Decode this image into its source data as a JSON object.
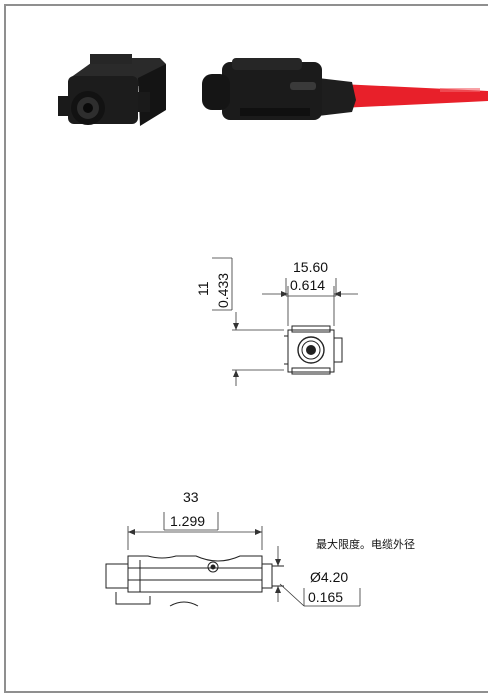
{
  "dimensions": {
    "height": {
      "mm": "11",
      "inch": "0.433"
    },
    "width": {
      "mm": "15.60",
      "inch": "0.614"
    },
    "length": {
      "mm": "33",
      "inch": "1.299"
    },
    "cable_diameter": {
      "mm": "Ø4.20",
      "inch": "0.165"
    }
  },
  "note": "最大限度。电缆外径",
  "colors": {
    "frame": "#8f8f8f",
    "cable": "#e8202a",
    "housing": "#1b1b1b",
    "line": "#222222"
  }
}
